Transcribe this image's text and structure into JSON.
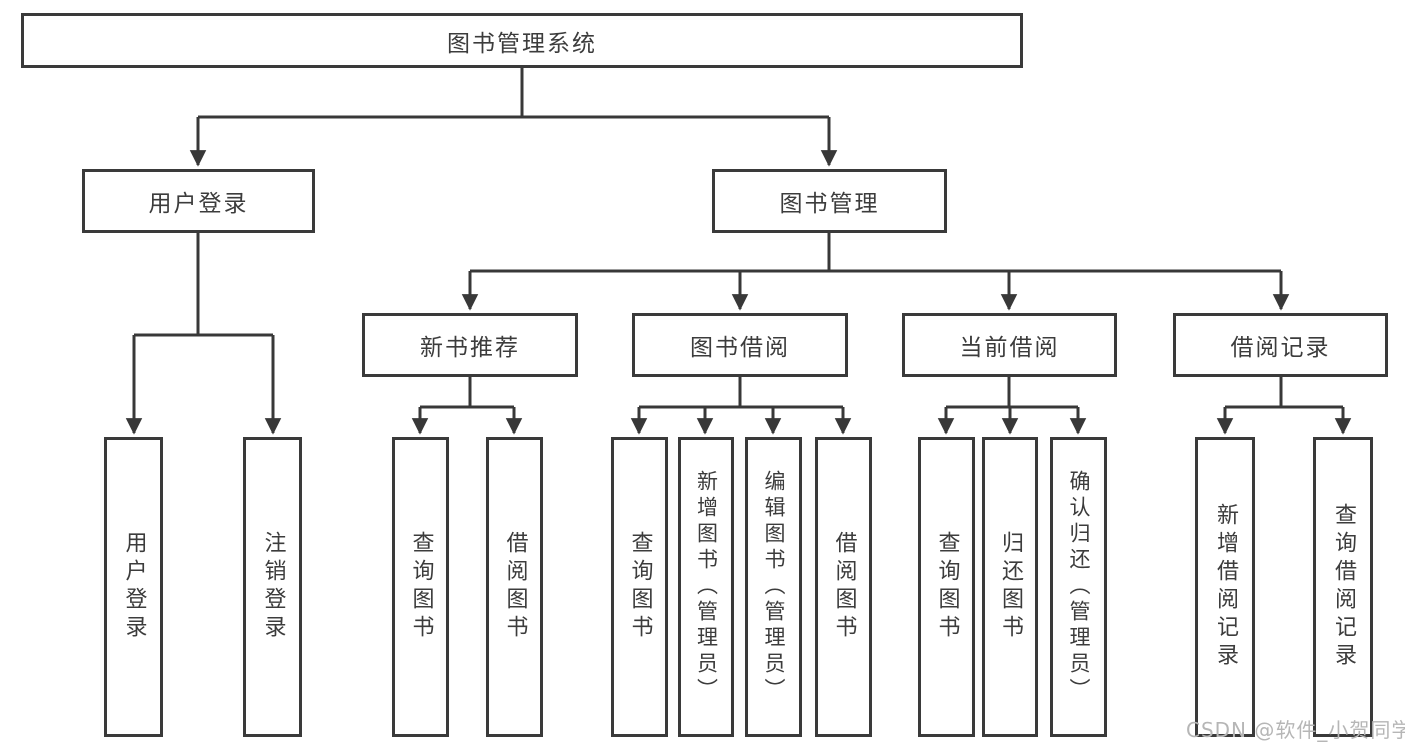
{
  "diagram": {
    "title": "图书管理系统",
    "root": {
      "label": "图书管理系统"
    },
    "level2": [
      {
        "id": "user-login",
        "label": "用户登录"
      },
      {
        "id": "book-management",
        "label": "图书管理"
      }
    ],
    "level3": [
      {
        "id": "new-book-recommend",
        "label": "新书推荐"
      },
      {
        "id": "book-borrowing",
        "label": "图书借阅"
      },
      {
        "id": "current-borrowing",
        "label": "当前借阅"
      },
      {
        "id": "borrowing-records",
        "label": "借阅记录"
      }
    ],
    "leaves": {
      "user_login": [
        "用户登录",
        "注销登录"
      ],
      "new_book": [
        "查询图书",
        "借阅图书"
      ],
      "book_borrow": [
        "查询图书",
        "新增图书（管理员）",
        "编辑图书（管理员）",
        "借阅图书"
      ],
      "current_borrow": [
        "查询图书",
        "归还图书",
        "确认归还（管理员）"
      ],
      "borrow_records": [
        "新增借阅记录",
        "查询借阅记录"
      ]
    }
  },
  "watermark": {
    "text": "CSDN @软件_小贺同学",
    "color": "#b6b6b6"
  },
  "colors": {
    "line": "#383838",
    "box_border": "#3a3a3a",
    "text": "#3c3c3c",
    "background": "#ffffff"
  }
}
